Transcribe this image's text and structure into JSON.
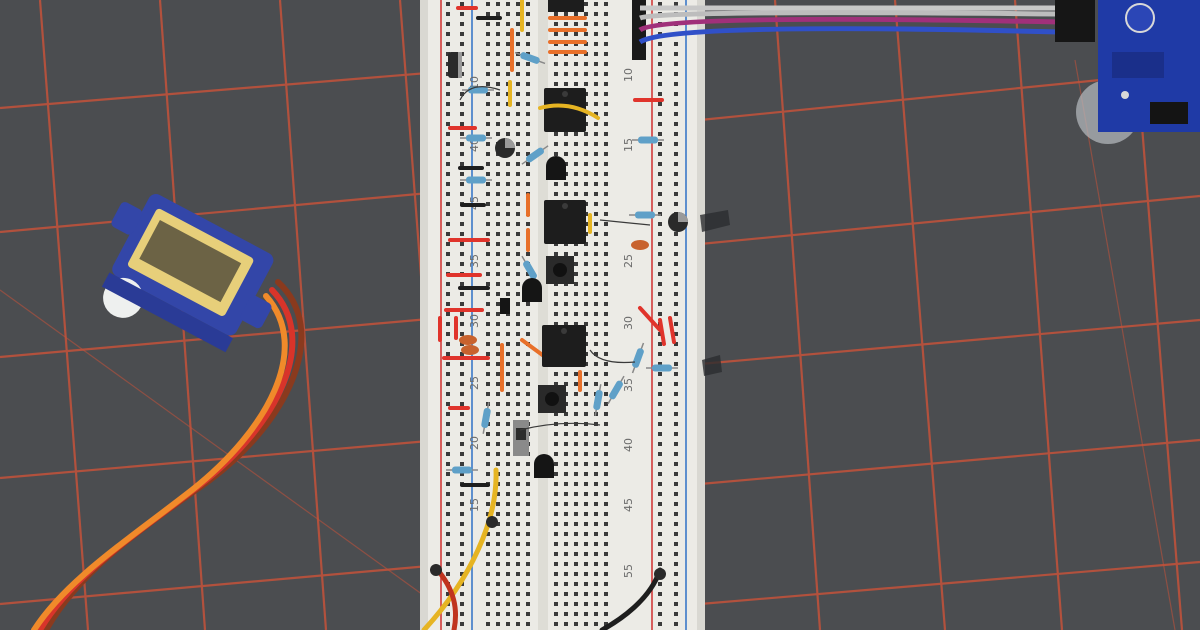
{
  "photo": {
    "subject": "breadboard-circuit-photo"
  },
  "colors": {
    "mat": "#4a4c4f",
    "grid": "#c5523a",
    "breadboard": "#ecebe6",
    "rail_red": "#d23a3a",
    "rail_blue": "#3a78c8",
    "wire_red": "#e0342c",
    "wire_orange": "#e8702a",
    "wire_yellow": "#e6b422",
    "wire_black": "#1e1e1e",
    "wire_grey": "#c8c8c8",
    "wire_purple": "#a0307a",
    "wire_blue": "#3050c8",
    "servo_blue": "#3346a8",
    "sensor_blue": "#1f3aa6"
  },
  "silkscreen": {
    "left_numbers": [
      "10",
      "15",
      "20",
      "25",
      "30",
      "35",
      "40",
      "45"
    ],
    "right_numbers": [
      "10",
      "15",
      "25",
      "30",
      "35",
      "40",
      "45",
      "55"
    ]
  },
  "components": {
    "ic_chips": 4,
    "transistors": 4,
    "push_buttons": 2,
    "slide_switch": 1
  }
}
